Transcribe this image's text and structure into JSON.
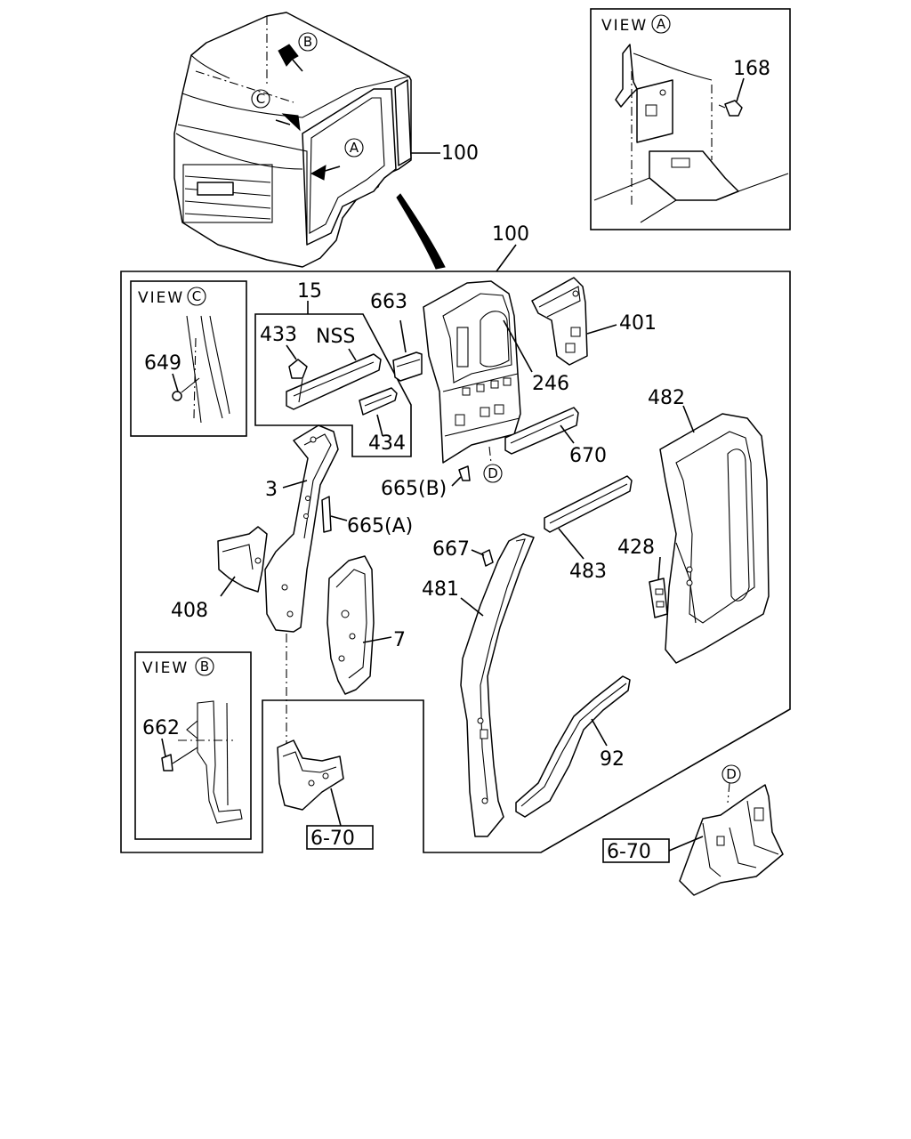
{
  "views": {
    "a_label": "VIEW",
    "a_letter": "A",
    "b_label": "VIEW",
    "b_letter": "B",
    "c_label": "VIEW",
    "c_letter": "C"
  },
  "cab_markers": {
    "a": "A",
    "b": "B",
    "c": "C"
  },
  "d_marker": "D",
  "d_marker_lower": "D",
  "parts": {
    "p100_cab": "100",
    "p100_group": "100",
    "p168": "168",
    "p15": "15",
    "p433": "433",
    "nss": "NSS",
    "p663": "663",
    "p246": "246",
    "p401": "401",
    "p482": "482",
    "p649": "649",
    "p434": "434",
    "p670": "670",
    "p665b": "665(B)",
    "p3": "3",
    "p665a": "665(A)",
    "p667": "667",
    "p483": "483",
    "p428": "428",
    "p408": "408",
    "p481": "481",
    "p7": "7",
    "p662": "662",
    "p92": "92"
  },
  "refs": {
    "ref_left": "6-70",
    "ref_right": "6-70"
  }
}
